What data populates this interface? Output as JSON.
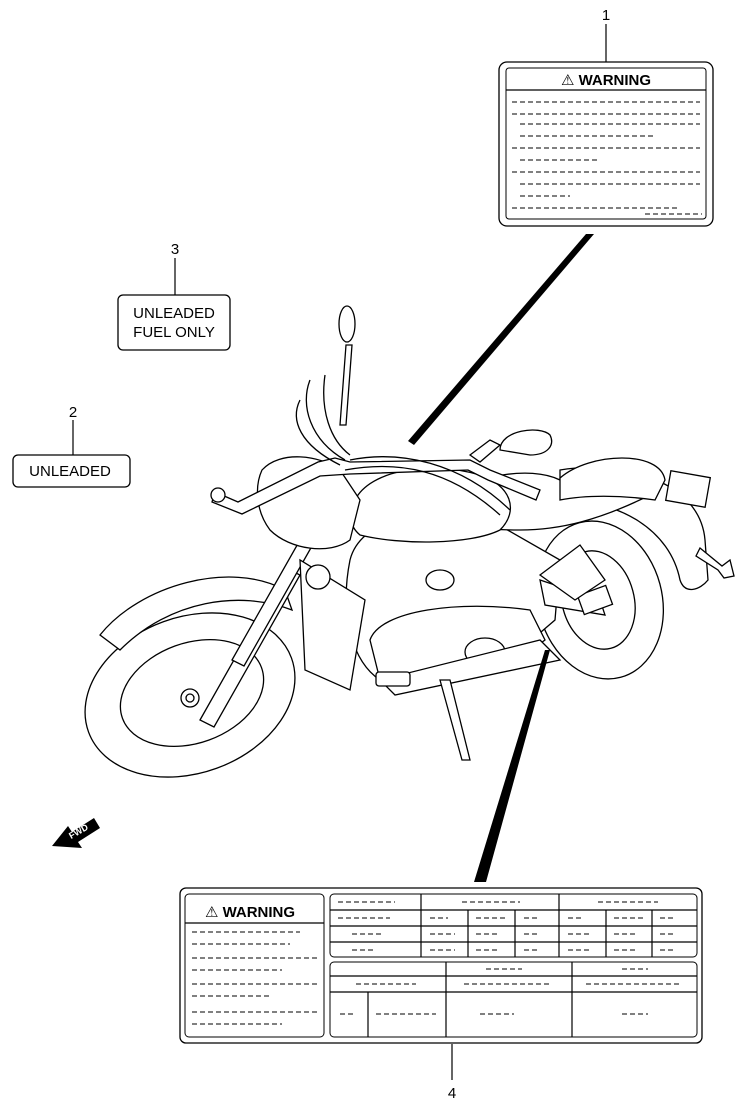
{
  "callouts": [
    "1",
    "2",
    "3",
    "4"
  ],
  "label_unleaded": "UNLEADED",
  "label_fuel_only": [
    "UNLEADED",
    "FUEL ONLY"
  ],
  "warning_title": "WARNING",
  "warning_symbol": "⚠",
  "fwd_arrow": "FWD"
}
